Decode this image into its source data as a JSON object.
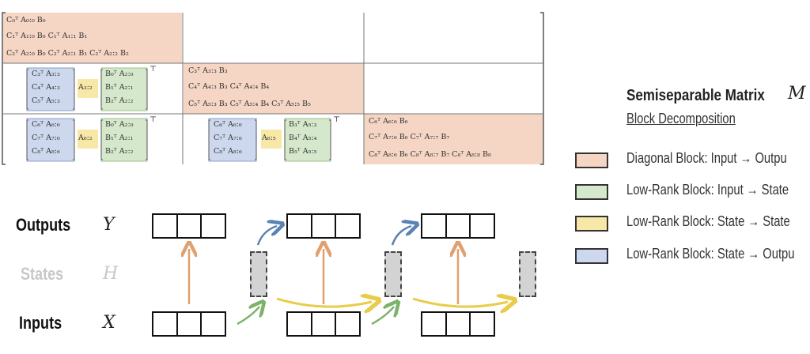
{
  "matrix": {
    "diag0": [
      "C₀ᵀ A₀:₀ B₀",
      "C₁ᵀ A₁:₀ B₀   C₁ᵀ A₁:₁ B₁",
      "C₂ᵀ A₂:₀ B₀   C₂ᵀ A₂:₁ B₁   C₂ᵀ A₂:₂ B₂"
    ],
    "diag1": [
      "C₃ᵀ A₃:₃ B₃",
      "C₄ᵀ A₄:₃ B₃   C₄ᵀ A₄:₄ B₄",
      "C₅ᵀ A₅:₃ B₃   C₅ᵀ A₅:₄ B₄   C₅ᵀ A₅:₅ B₅"
    ],
    "diag2": [
      "C₆ᵀ A₆:₆ B₆",
      "C₇ᵀ A₇:₆ B₆   C₇ᵀ A₇:₇ B₇",
      "C₈ᵀ A₈:₆ B₆   C₈ᵀ A₈:₇ B₇   C₈ᵀ A₈:₈ B₈"
    ],
    "lr10_blue": [
      "C₃ᵀ A₃:₃",
      "C₄ᵀ A₄:₃",
      "C₅ᵀ A₅:₃"
    ],
    "lr10_yellow": "A₃:₂",
    "lr10_green": [
      "B₀ᵀ A₂:₀",
      "B₁ᵀ A₂:₁",
      "B₂ᵀ A₂:₂"
    ],
    "lr20_blue": [
      "C₆ᵀ A₆:₆",
      "C₇ᵀ A₇:₆",
      "C₈ᵀ A₈:₆"
    ],
    "lr20_yellow": "A₆:₂",
    "lr20_green": [
      "B₀ᵀ A₂:₀",
      "B₁ᵀ A₂:₁",
      "B₂ᵀ A₂:₂"
    ],
    "lr21_blue": [
      "C₆ᵀ A₆:₆",
      "C₇ᵀ A₇:₆",
      "C₈ᵀ A₈:₆"
    ],
    "lr21_yellow": "A₆:₅",
    "lr21_green": [
      "B₃ᵀ A₅:₃",
      "B₄ᵀ A₅:₄",
      "B₅ᵀ A₅:₅"
    ],
    "transpose": "⊤"
  },
  "rows": {
    "outputs_label": "Outputs",
    "outputs_var": "Y",
    "states_label": "States",
    "states_var": "H",
    "inputs_label": "Inputs",
    "inputs_var": "X"
  },
  "legend": {
    "title": "Semiseparable Matrix",
    "title_var": "M",
    "subtitle": "Block Decomposition",
    "items": [
      {
        "label": "Diagonal Block: Input → Outpu",
        "color": "#f5d5c3"
      },
      {
        "label": "Low-Rank Block: Input → State",
        "color": "#d6e8cc"
      },
      {
        "label": "Low-Rank Block: State → State",
        "color": "#f8e8a8"
      },
      {
        "label": "Low-Rank Block: State → Outpu",
        "color": "#cdd8ee"
      }
    ]
  },
  "colors": {
    "peach": "#f5d5c3",
    "green": "#d6e8cc",
    "yellow": "#f8e8a8",
    "blue": "#cdd8ee",
    "arrow_orange": "#e0a070",
    "arrow_blue": "#5a82b4",
    "arrow_green": "#7cb36a",
    "arrow_yellow": "#e8cc4a"
  }
}
